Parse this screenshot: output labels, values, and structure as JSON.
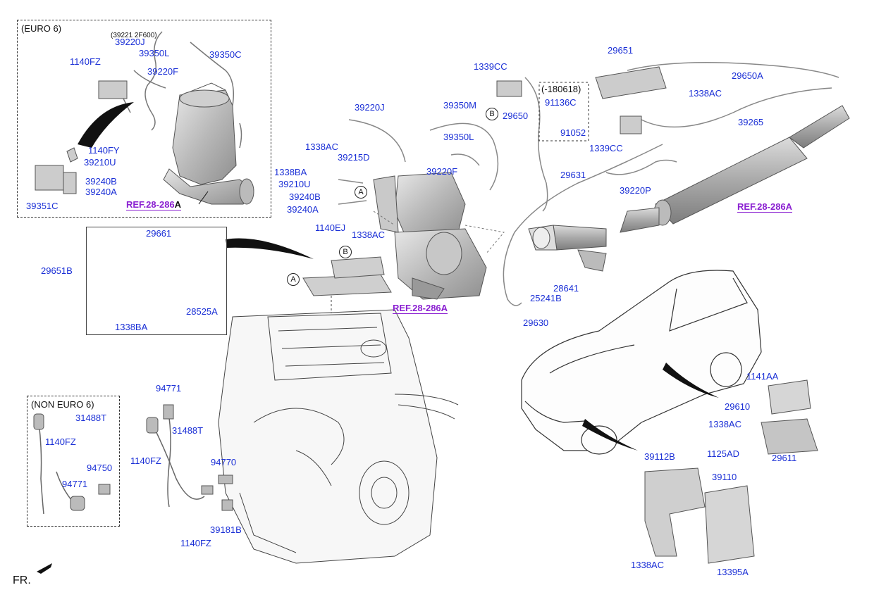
{
  "box_titles": {
    "euro6": "(EURO 6)",
    "non_euro6": "(NON EURO 6)",
    "date_range": "(-180618)",
    "note_small": "(39221 2F600)"
  },
  "labels": {
    "p39220J_top": "39220J",
    "p39350L_top": "39350L",
    "p39350C": "39350C",
    "p1140FZ_top": "1140FZ",
    "p39220F_top": "39220F",
    "p1140FY": "1140FY",
    "p39210U_top": "39210U",
    "p39240B_top": "39240B",
    "p39240A_top": "39240A",
    "p39351C": "39351C",
    "p39220J_mid": "39220J",
    "p1338AC_mid": "1338AC",
    "p39215D": "39215D",
    "p1338BA_mid": "1338BA",
    "p39210U_mid": "39210U",
    "p39240B_mid": "39240B",
    "p39240A_mid": "39240A",
    "p39350M": "39350M",
    "p39350L_mid": "39350L",
    "p39220F_mid": "39220F",
    "p1339CC_top": "1339CC",
    "p29650": "29650",
    "p91136C": "91136C",
    "p91052": "91052",
    "p1339CC_mid": "1339CC",
    "p29651": "29651",
    "p1338AC_tr": "1338AC",
    "p29650A": "29650A",
    "p39265": "39265",
    "p29631": "29631",
    "p39220P": "39220P",
    "p1140EJ": "1140EJ",
    "p1338AC_sh": "1338AC",
    "p29661": "29661",
    "p29651B": "29651B",
    "p28525A": "28525A",
    "p1338BA_bot": "1338BA",
    "p28641": "28641",
    "p25241B": "25241B",
    "p29630": "29630",
    "p94771_mid": "94771",
    "p31488T_mid": "31488T",
    "p1140FZ_mid": "1140FZ",
    "p94770": "94770",
    "p1140FZ_bot": "1140FZ",
    "p39181B": "39181B",
    "p31488T_left": "31488T",
    "p1140FZ_left": "1140FZ",
    "p94750": "94750",
    "p94771_left": "94771",
    "p1141AA": "1141AA",
    "p29610": "29610",
    "p1338AC_car": "1338AC",
    "p29611": "29611",
    "p39112B": "39112B",
    "p1125AD": "1125AD",
    "p39110": "39110",
    "p1338AC_bot": "1338AC",
    "p13395A": "13395A"
  },
  "refs": {
    "r1_main": "REF.28-286",
    "r1_suffix": "A",
    "r2": "REF.28-286A",
    "r3": "REF.28-286A"
  },
  "markers": {
    "a": "A",
    "b": "B"
  },
  "footer": {
    "fr": "FR."
  }
}
